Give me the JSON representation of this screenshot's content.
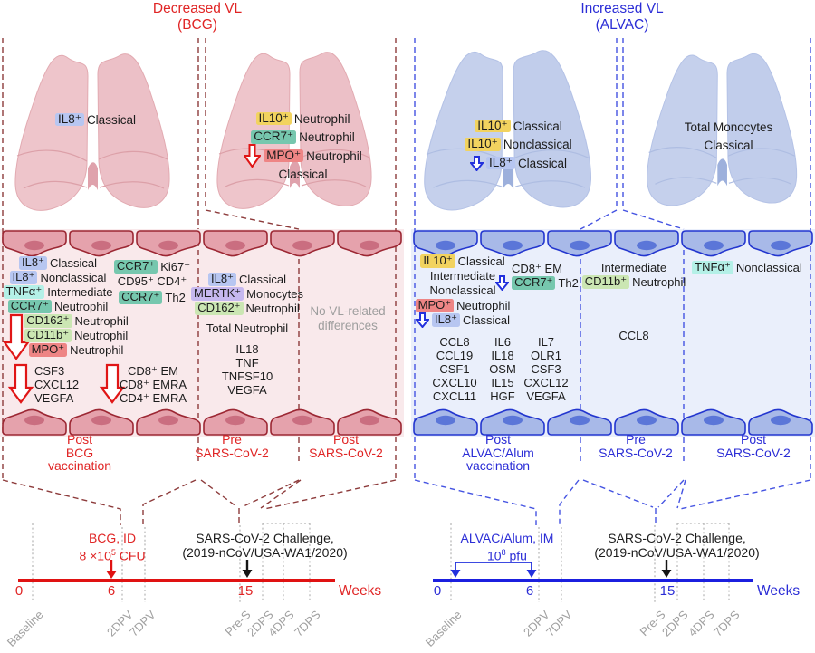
{
  "colors": {
    "red_accent": "#e02525",
    "timeline_red": "#e01212",
    "dark_red_dash": "#8d3b3b",
    "blue_accent": "#2b2dd6",
    "timeline_blue": "#1b1fdf",
    "blue_dash": "#4453e2",
    "gray_text": "#9e9e9e",
    "chip_il8": "#b7c6f1",
    "chip_il10": "#f2d35f",
    "chip_ccr7": "#76c7ae",
    "chip_tnfa": "#b4f0e7",
    "chip_mpo": "#ee8585",
    "chip_cd": "#cbe6b3",
    "chip_mertk": "#c6b8ef"
  },
  "left": {
    "title": {
      "line1": "Decreased VL",
      "line2": "(BCG)"
    },
    "lung1": [
      {
        "chip": "IL8⁺",
        "c": "il8",
        "t": "Classical"
      }
    ],
    "lung2": [
      {
        "chip": "IL10⁺",
        "c": "il10",
        "t": "Neutrophil"
      },
      {
        "chip": "CCR7⁺",
        "c": "ccr7",
        "t": "Neutrophil"
      },
      {
        "a": "red-lg",
        "chip": "MPO⁺",
        "c": "mpo",
        "t": "Neutrophil"
      },
      {
        "t": "Classical"
      }
    ],
    "band": {
      "col1_rows": [
        {
          "chip": "IL8⁺",
          "c": "il8",
          "t": "Classical"
        },
        {
          "chip": "IL8⁺",
          "c": "il8",
          "t": "Nonclassical"
        },
        {
          "chip": "TNFα⁺",
          "c": "tnfa",
          "t": "Intermediate"
        },
        {
          "chip": "CCR7⁺",
          "c": "ccr7",
          "t": "Neutrophil"
        }
      ],
      "col1_down_rows": [
        {
          "chip": "CD162⁺",
          "c": "cd",
          "t": "Neutrophil"
        },
        {
          "chip": "CD11b⁺",
          "c": "cd",
          "t": "Neutrophil"
        },
        {
          "chip": "MPO⁺",
          "c": "mpo",
          "t": "Neutrophil"
        }
      ],
      "col1b_top": [
        {
          "chip": "CCR7⁺",
          "c": "ccr7",
          "t": "Ki67⁺"
        },
        {
          "t": "CD95⁺ CD4⁺"
        }
      ],
      "col1b_th2": [
        {
          "chip": "CCR7⁺",
          "c": "ccr7",
          "t": "Th2"
        }
      ],
      "down_list1": [
        "CSF3",
        "CXCL12",
        "VEGFA"
      ],
      "down_list2": [
        "CD8⁺ EM",
        "CD8⁺ EMRA",
        "CD4⁺ EMRA"
      ],
      "col2_rows": [
        {
          "chip": "IL8⁺",
          "c": "il8",
          "t": "Classical"
        },
        {
          "chip": "MERTK⁺",
          "c": "mertk",
          "t": "Monocytes"
        },
        {
          "chip": "CD162⁺",
          "c": "cd",
          "t": "Neutrophil"
        }
      ],
      "col2_total": [
        {
          "t": "Total Neutrophil"
        }
      ],
      "col2_list": [
        "IL18",
        "TNF",
        "TNFSF10",
        "VEGFA"
      ],
      "col3_note_lines": [
        "No VL-related",
        "differences"
      ]
    },
    "sections": [
      {
        "lines": [
          "Post",
          "BCG",
          "vaccination"
        ]
      },
      {
        "lines": [
          "Pre",
          "SARS-CoV-2"
        ]
      },
      {
        "lines": [
          "Post",
          "SARS-CoV-2"
        ]
      }
    ],
    "timeline": {
      "treatment_line1": "BCG, ID",
      "dose_base": "8 ×10",
      "dose_sup": "5",
      "dose_rest": " CFU",
      "challenge_line1": "SARS-CoV-2 Challenge,",
      "challenge_line2": "(2019-nCoV/USA-WA1/2020)",
      "weeks": [
        "0",
        "6",
        "15"
      ],
      "weeks_label": "Weeks",
      "ticks": [
        "Baseline",
        "2DPV",
        "7DPV",
        "Pre-S",
        "2DPS",
        "4DPS",
        "7DPS"
      ]
    }
  },
  "right": {
    "title": {
      "line1": "Increased VL",
      "line2": "(ALVAC)"
    },
    "lung1": [
      {
        "chip": "IL10⁺",
        "c": "il10",
        "t": "Classical"
      },
      {
        "chip": "IL10⁺",
        "c": "il10",
        "t": "Nonclassical"
      },
      {
        "a": "blue",
        "chip": "IL8⁺",
        "c": "il8",
        "t": "Classical"
      }
    ],
    "lung2": [
      {
        "t": "Total Monocytes"
      },
      {
        "t": "Classical"
      }
    ],
    "band": {
      "col1a_rows": [
        {
          "chip": "IL10⁺",
          "c": "il10",
          "t": "Classical"
        },
        {
          "t": "Intermediate"
        },
        {
          "t": "Nonclassical"
        }
      ],
      "col1b_rows": [
        {
          "chip": "MPO⁺",
          "c": "mpo",
          "t": "Neutrophil"
        },
        {
          "a": "blue",
          "chip": "IL8⁺",
          "c": "il8",
          "t": "Classical"
        }
      ],
      "sub_rows": [
        {
          "t": "CD8⁺ EM"
        },
        {
          "a": "blue",
          "chip": "CCR7⁺",
          "c": "ccr7",
          "t": "Th2"
        }
      ],
      "cyto_col1": [
        "CCL8",
        "CCL19",
        "CSF1",
        "CXCL10",
        "CXCL11"
      ],
      "cyto_col2": [
        "IL6",
        "IL18",
        "OSM",
        "IL15",
        "HGF"
      ],
      "cyto_col3": [
        "IL7",
        "OLR1",
        "CSF3",
        "CXCL12",
        "VEGFA"
      ],
      "col2_rows": [
        {
          "t": "Intermediate"
        },
        {
          "chip": "CD11b⁺",
          "c": "cd",
          "t": "Neutrophil"
        }
      ],
      "col2_list": [
        "CCL8"
      ],
      "col3_rows": [
        {
          "chip": "TNFα⁺",
          "c": "tnfa",
          "t": "Nonclassical"
        }
      ]
    },
    "sections": [
      {
        "lines": [
          "Post",
          "ALVAC/Alum",
          "vaccination"
        ]
      },
      {
        "lines": [
          "Pre",
          "SARS-CoV-2"
        ]
      },
      {
        "lines": [
          "Post",
          "SARS-CoV-2"
        ]
      }
    ],
    "timeline": {
      "treatment_line1": "ALVAC/Alum, IM",
      "dose_base": "10",
      "dose_sup": "8",
      "dose_rest": " pfu",
      "challenge_line1": "SARS-CoV-2 Challenge,",
      "challenge_line2": "(2019-nCoV/USA-WA1/2020)",
      "weeks": [
        "0",
        "6",
        "15"
      ],
      "weeks_label": "Weeks",
      "ticks": [
        "Baseline",
        "2DPV",
        "7DPV",
        "Pre-S",
        "2DPS",
        "4DPS",
        "7DPS"
      ]
    }
  }
}
